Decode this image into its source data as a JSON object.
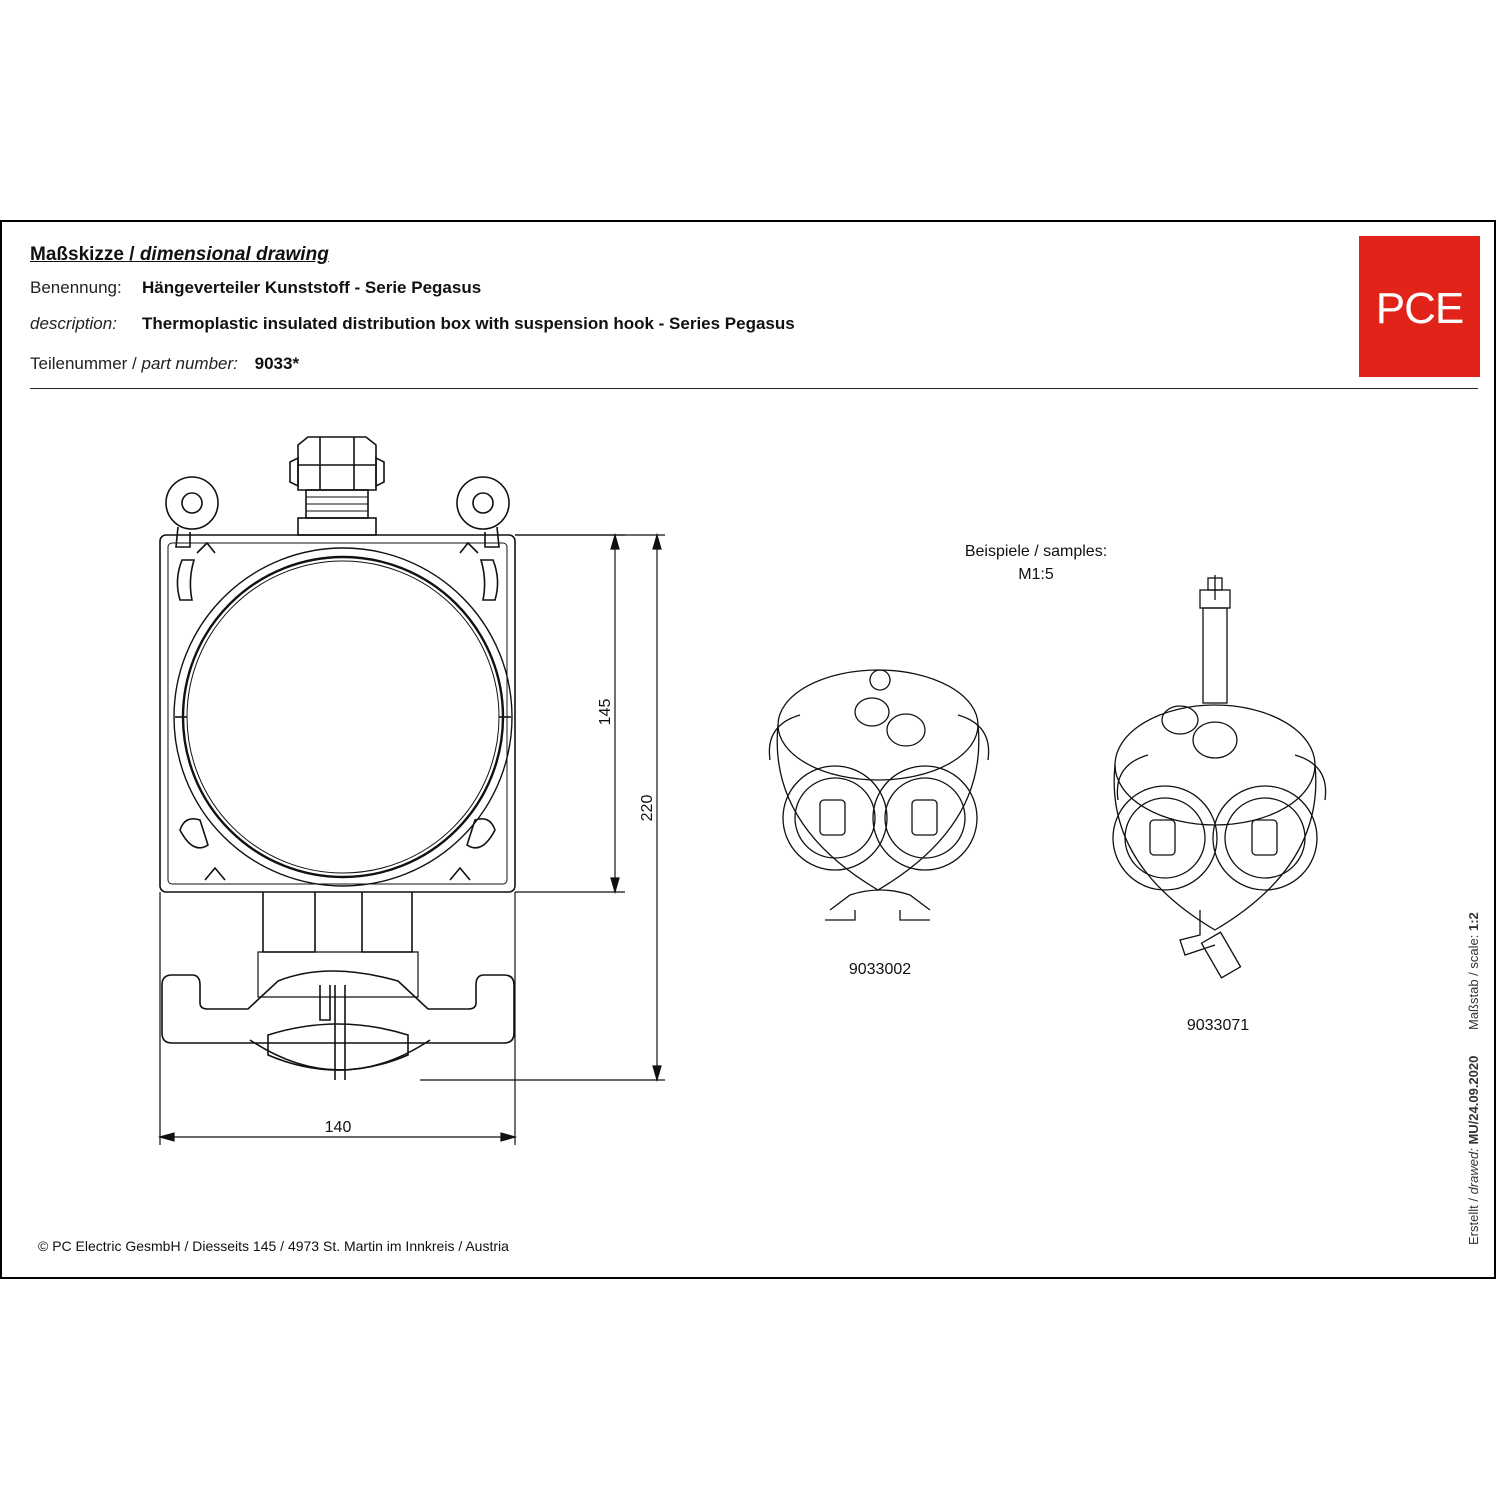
{
  "header": {
    "title_de": "Maßskizze /",
    "title_en": "dimensional drawing",
    "benennung_label": "Benennung:",
    "benennung_value": "Hängeverteiler Kunststoff - Serie Pegasus",
    "description_label": "description:",
    "description_value": "Thermoplastic insulated distribution box with suspension hook - Series Pegasus",
    "partnumber_label_de": "Teilenummer /",
    "partnumber_label_en": "part number:",
    "partnumber_value": "9033*"
  },
  "logo": {
    "text": "PCE",
    "color": "#e2231a"
  },
  "dimensions": {
    "height_inner": "145",
    "height_total": "220",
    "width": "140"
  },
  "samples": {
    "title": "Beispiele / samples:",
    "scale": "M1:5",
    "items": [
      {
        "part": "9033002"
      },
      {
        "part": "9033071"
      }
    ]
  },
  "footer": {
    "copyright": "© PC Electric GesmbH / Diesseits 145 / 4973 St. Martin im Innkreis / Austria"
  },
  "sidebar": {
    "created_label": "Erstellt / ",
    "drawed_label": "drawed:",
    "drawed_value": "MU/24.09.2020",
    "scale_label": "Maßstab / scale:",
    "scale_value": "1:2"
  }
}
